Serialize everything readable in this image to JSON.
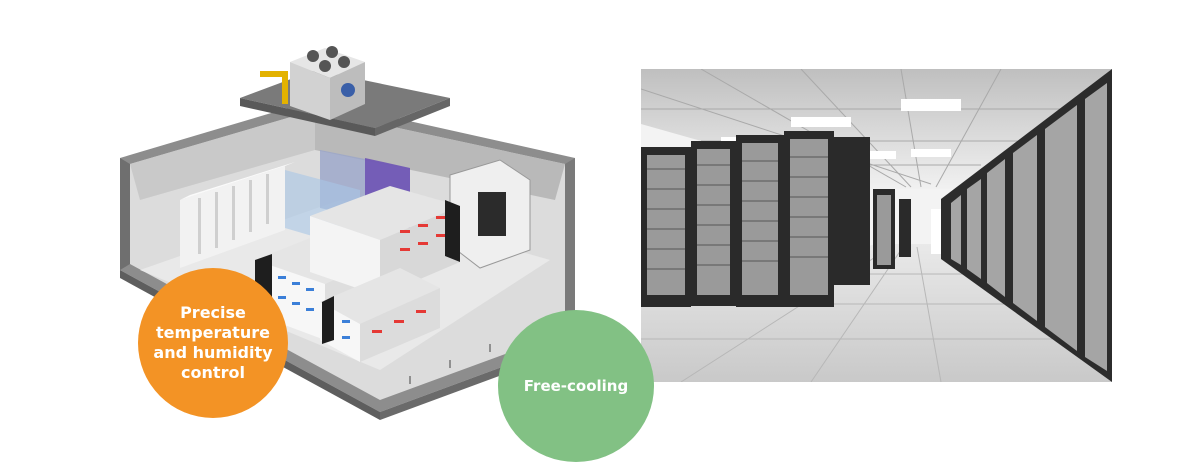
{
  "colors": {
    "orange_bubble": "#f39325",
    "green_bubble": "#82c184",
    "background": "#ffffff"
  },
  "bubbles": {
    "precise_control": "Precise\ntemperature\nand humidity\ncontrol",
    "free_cooling": "Free-cooling"
  },
  "images": {
    "left": "datacenter-cutaway-illustration",
    "right": "server-room-photo"
  }
}
